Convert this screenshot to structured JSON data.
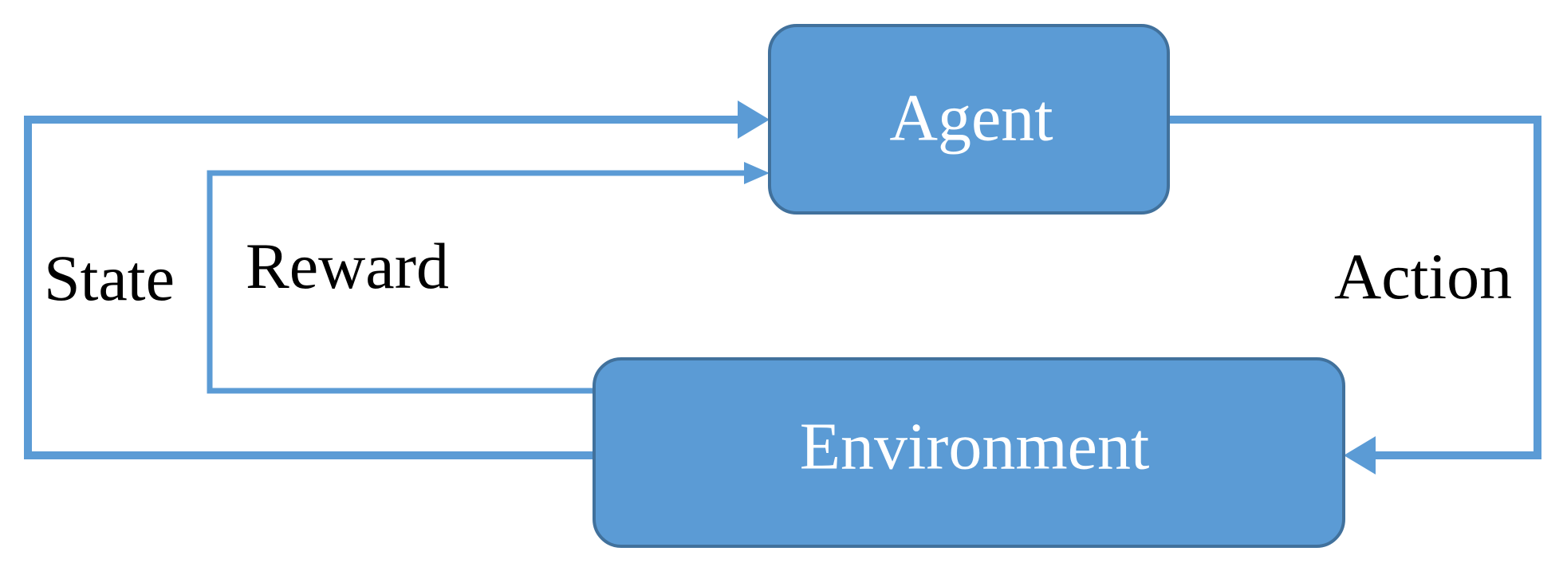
{
  "nodes": {
    "agent": {
      "label": "Agent"
    },
    "environment": {
      "label": "Environment"
    }
  },
  "edges": {
    "state": {
      "label": "State",
      "from": "environment",
      "to": "agent"
    },
    "reward": {
      "label": "Reward",
      "from": "environment",
      "to": "agent"
    },
    "action": {
      "label": "Action",
      "from": "agent",
      "to": "environment"
    }
  },
  "colors": {
    "box_fill": "#5b9bd5",
    "box_stroke": "#41719c",
    "arrow": "#5b9bd5",
    "box_text": "#ffffff",
    "label_text": "#000000"
  }
}
